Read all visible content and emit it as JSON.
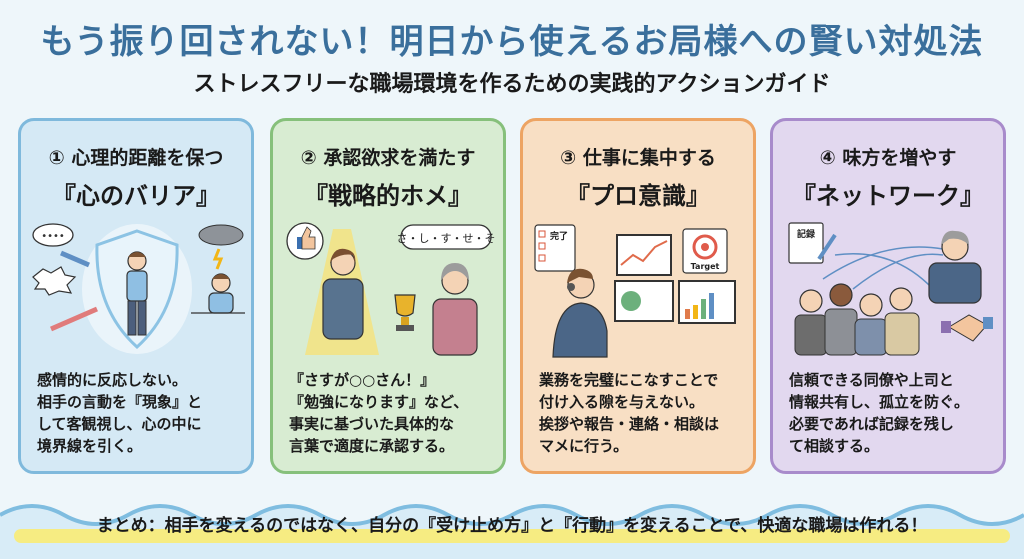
{
  "header": {
    "title": "もう振り回されない！明日から使えるお局様への賢い対処法",
    "subtitle": "ストレスフリーな職場環境を作るための実践的アクションガイド"
  },
  "cards": [
    {
      "number": "①",
      "heading": "① 心理的距離を保つ",
      "keyword": "『心のバリア』",
      "illustration": "shield-barrier-illustration",
      "body": "感情的に反応しない。\n相手の言動を『現象』と\nして客観視し、心の中に\n境界線を引く。",
      "bg_color": "#d5e9f5",
      "border_color": "#7fb9dc"
    },
    {
      "number": "②",
      "heading": "② 承認欲求を満たす",
      "keyword": "『戦略的ホメ』",
      "illustration": "praise-trophy-illustration",
      "speech_bubble": "さ・し・す・せ・そ",
      "body": "『さすが○○さん！』\n『勉強になります』など、\n事実に基づいた具体的な\n言葉で適度に承認する。",
      "bg_color": "#d8ecd2",
      "border_color": "#86c07b"
    },
    {
      "number": "③",
      "heading": "③ 仕事に集中する",
      "keyword": "『プロ意識』",
      "illustration": "focused-worker-illustration",
      "checklist_label": "完了",
      "target_label": "Target",
      "body": "業務を完璧にこなすことで\n付け入る隙を与えない。\n挨拶や報告・連絡・相談は\nマメに行う。",
      "bg_color": "#f8dfc4",
      "border_color": "#eda463"
    },
    {
      "number": "④",
      "heading": "④ 味方を増やす",
      "keyword": "『ネットワーク』",
      "illustration": "team-network-illustration",
      "notebook_label": "記録",
      "body": "信頼できる同僚や上司と\n情報共有し、孤立を防ぐ。\n必要であれば記録を残し\nて相談する。",
      "bg_color": "#e2d8ef",
      "border_color": "#a88bcb"
    }
  ],
  "summary": {
    "text": "まとめ：相手を変えるのではなく、自分の『受け止め方』と『行動』を変えることで、快適な職場は作れる！"
  },
  "colors": {
    "title": "#3a6f9c",
    "background": "#eef6fa",
    "wave": "#7fbde0",
    "highlight": "#f6ec82"
  }
}
